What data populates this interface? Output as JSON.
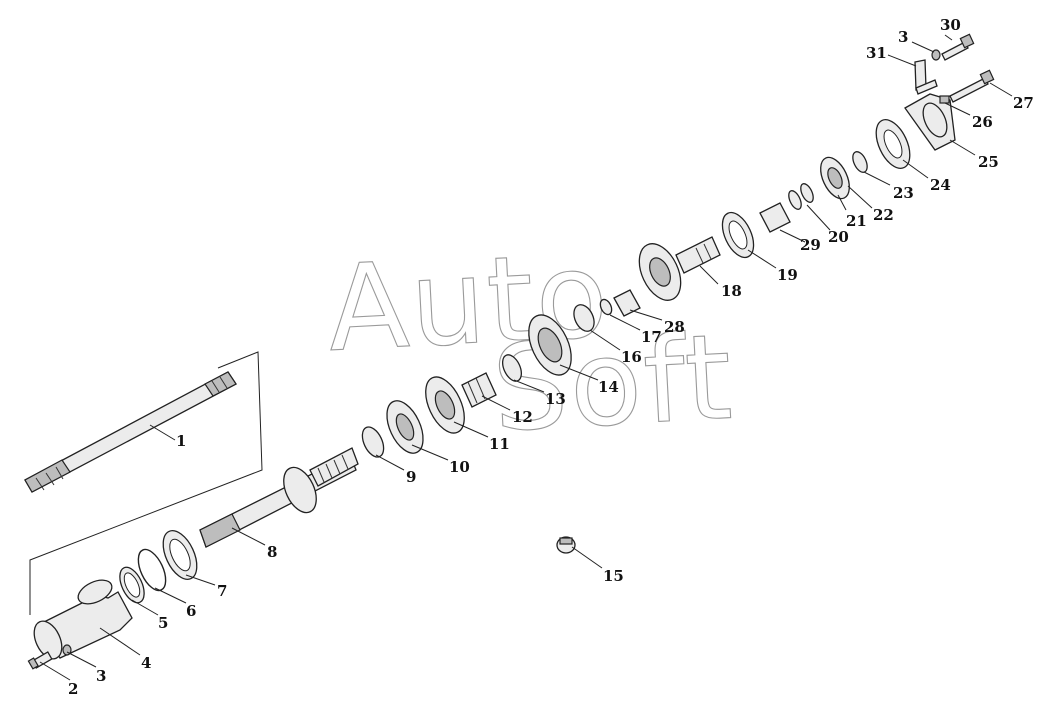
{
  "watermark": "AutoSoft",
  "callouts": [
    "1",
    "2",
    "3",
    "4",
    "5",
    "6",
    "7",
    "8",
    "9",
    "10",
    "11",
    "12",
    "13",
    "14",
    "15",
    "16",
    "17",
    "18",
    "19",
    "20",
    "21",
    "22",
    "23",
    "24",
    "25",
    "26",
    "27",
    "28",
    "29",
    "30",
    "31",
    "3"
  ]
}
